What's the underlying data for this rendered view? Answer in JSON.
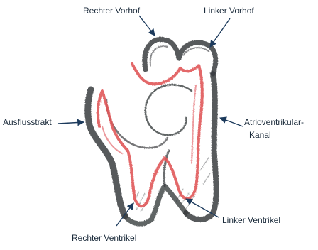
{
  "labels": {
    "right_atrium": "Rechter Vorhof",
    "left_atrium": "Linker Vorhof",
    "outflow_tract": "Ausflusstrakt",
    "av_canal_line1": "Atrioventrikular-",
    "av_canal_line2": "Kanal",
    "left_ventricle": "Linker Ventrikel",
    "right_ventricle": "Rechter Ventrikel"
  },
  "colors": {
    "pencil_gray": "#3a3d40",
    "pencil_red": "#e0565a",
    "arrow": "#1c3a5c",
    "label_text": "#1a2a3a"
  }
}
